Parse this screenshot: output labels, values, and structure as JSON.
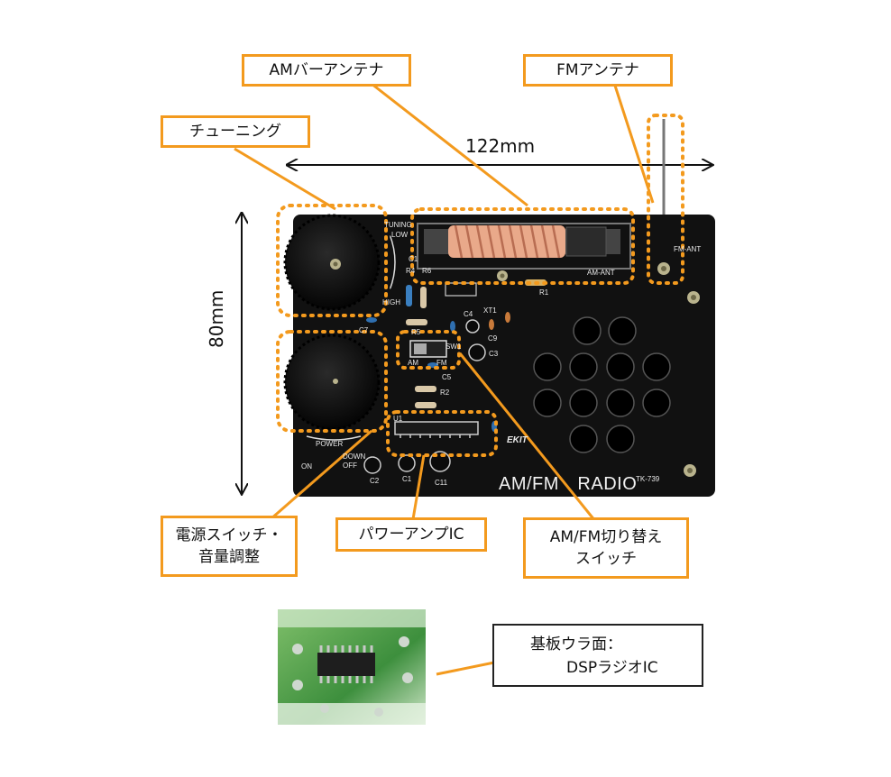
{
  "colors": {
    "callout_border": "#f39a1e",
    "highlight_dash": "#f39a1e",
    "board": "#111111",
    "coil": "#e9a98a",
    "chip_pcb": "#3a8a3a"
  },
  "callouts": {
    "am_bar_antenna": "AMバーアンテナ",
    "fm_antenna": "FMアンテナ",
    "tuning": "チューニング",
    "power_line1": "電源スイッチ・",
    "power_line2": "音量調整",
    "power_amp_ic": "パワーアンプIC",
    "am_fm_switch_line1": "AM/FM切り替え",
    "am_fm_switch_line2": "スイッチ",
    "dsp_line1": "基板ウラ面：",
    "dsp_line2": "DSPラジオIC"
  },
  "dimensions": {
    "width": "122mm",
    "height": "80mm"
  },
  "board_labels": {
    "product_name": "AM/FM　RADIO",
    "model": "TK-739",
    "brand": "EKIT",
    "fm_ant": "FM-ANT",
    "am_ant": "AM-ANT",
    "tuning": "TUNING",
    "low": "LOW",
    "high": "HIGH",
    "power": "POWER",
    "down": "DOWN",
    "off": "OFF",
    "on": "ON",
    "sw1": "SW1",
    "am": "AM",
    "fm": "FM",
    "u1": "U1",
    "c1": "C1",
    "c2": "C2",
    "c3": "C3",
    "c4": "C4",
    "c5": "C5",
    "c7": "C7",
    "c9": "C9",
    "c11": "C11",
    "r1": "R1",
    "r2": "R2",
    "r4": "R4",
    "r5": "R5",
    "r6": "R6",
    "xt1": "XT1"
  }
}
